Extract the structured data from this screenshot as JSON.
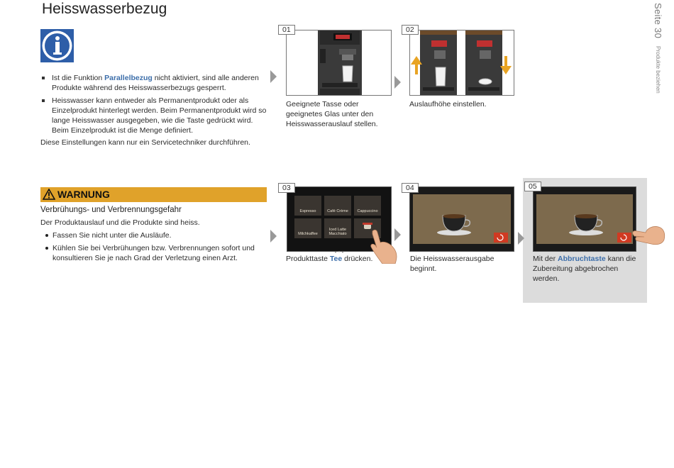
{
  "page": {
    "title": "Heisswasserbezug",
    "page_number": "Seite 30",
    "section": "Produkte beziehen"
  },
  "info": {
    "bullet1_pre": "Ist die Funktion ",
    "bullet1_hl": "Parallelbezug",
    "bullet1_post": " nicht aktiviert, sind alle anderen Produkte während des Heisswasserbezugs gesperrt.",
    "bullet2": "Heisswasser kann entweder als Permanentprodukt oder als Einzelprodukt hinterlegt werden. Beim Permanentprodukt wird so lange Heisswasser ausgegeben, wie die Taste gedrückt wird. Beim Einzelprodukt ist die Menge definiert.",
    "note": "Diese Einstellungen kann nur ein Servicetechniker durchführen."
  },
  "steps": {
    "s1": {
      "num": "01",
      "caption": "Geeignete Tasse oder geeignetes Glas unter den Heisswasserauslauf stellen."
    },
    "s2": {
      "num": "02",
      "caption": "Auslaufhöhe einstellen."
    },
    "s3": {
      "num": "03",
      "caption_pre": "Produkttaste ",
      "caption_hl": "Tee",
      "caption_post": " drücken."
    },
    "s4": {
      "num": "04",
      "caption": "Die Heisswasserausgabe beginnt."
    },
    "s5": {
      "num": "05",
      "caption_pre": "Mit der ",
      "caption_hl": "Abbruchtaste",
      "caption_post": " kann die Zubereitung abgebrochen werden."
    }
  },
  "screen_tiles": [
    "Espresso",
    "Café Crème",
    "Cappuccino",
    "Milchkaffee",
    "Iced Latte Macchiato",
    ""
  ],
  "warning": {
    "label": "WARNUNG",
    "subtitle": "Verbrühungs- und Verbrennungsgefahr",
    "text": "Der Produktauslauf und die Produkte sind heiss.",
    "items": [
      "Fassen Sie nicht unter die Ausläufe.",
      "Kühlen Sie bei Verbrühungen bzw. Verbrennungen sofort und konsultieren Sie je nach Grad der Verletzung einen Arzt."
    ]
  },
  "colors": {
    "info_blue": "#2e5ea8",
    "warning_orange": "#e0a22a",
    "highlight_blue": "#3c6eaa",
    "panel_gray": "#dcdcdc"
  }
}
